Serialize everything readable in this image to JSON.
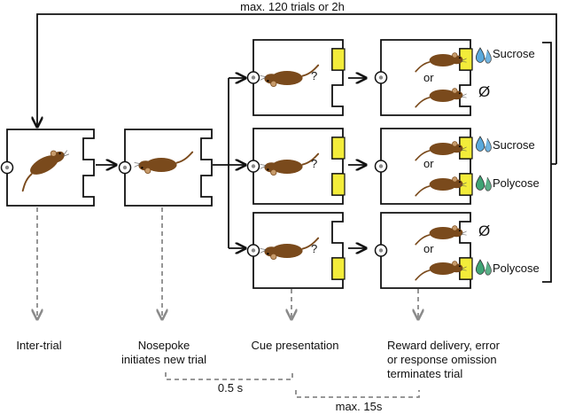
{
  "loop_label": "max. 120 trials or 2h",
  "stages": [
    {
      "key": "inter",
      "label": "Inter-trial"
    },
    {
      "key": "nosepoke",
      "label": "Nosepoke\ninitiates new trial"
    },
    {
      "key": "cue",
      "label": "Cue presentation"
    },
    {
      "key": "reward",
      "label": "Reward delivery, error\nor response omission\nterminates trial"
    }
  ],
  "timing": [
    {
      "label": "0.5 s"
    },
    {
      "label": "max. 15s"
    }
  ],
  "cue_mark": "?",
  "or_word": "or",
  "outcomes": [
    {
      "top": "Sucrose",
      "bottom": ""
    },
    {
      "top": "Sucrose",
      "bottom": "Polycose"
    },
    {
      "top": "",
      "bottom": "Polycose"
    }
  ],
  "no_reward_symbol": "Ø",
  "colors": {
    "mouse": "#7a4a1c",
    "cue_light": "#f3ec3a",
    "sucrose_drop": "#5aa9dc",
    "polycose_drop": "#3fa374",
    "arrow_grey": "#8a8a8a"
  }
}
